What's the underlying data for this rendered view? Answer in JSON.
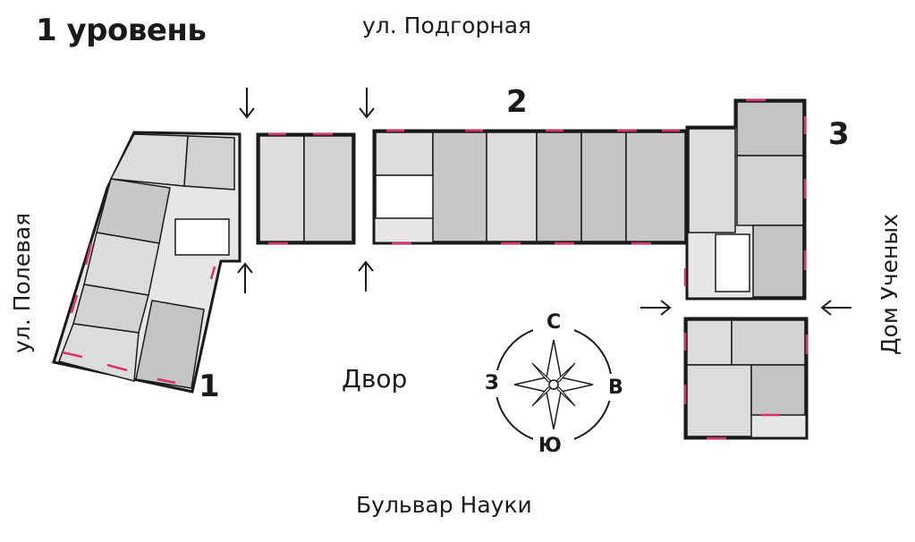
{
  "plan": {
    "level_title": "1 уровень",
    "streets": {
      "top": "ул. Подгорная",
      "bottom": "Бульвар Науки",
      "left": "ул. Полевая",
      "right": "Дом Ученых"
    },
    "courtyard": "Двор",
    "sections": [
      "1",
      "2",
      "3"
    ],
    "compass": {
      "north": "С",
      "south": "Ю",
      "west": "З",
      "east": "В"
    }
  },
  "colors": {
    "wall": "#1a1a1a",
    "room_fill": "#dadada",
    "room_fill_dark": "#c4c4c4",
    "window_accent": "#d6336c",
    "text": "#1a1a1a"
  },
  "icons": [
    "arrow-down-icon",
    "arrow-up-icon",
    "arrow-right-icon",
    "arrow-left-icon",
    "compass-rose-icon"
  ]
}
